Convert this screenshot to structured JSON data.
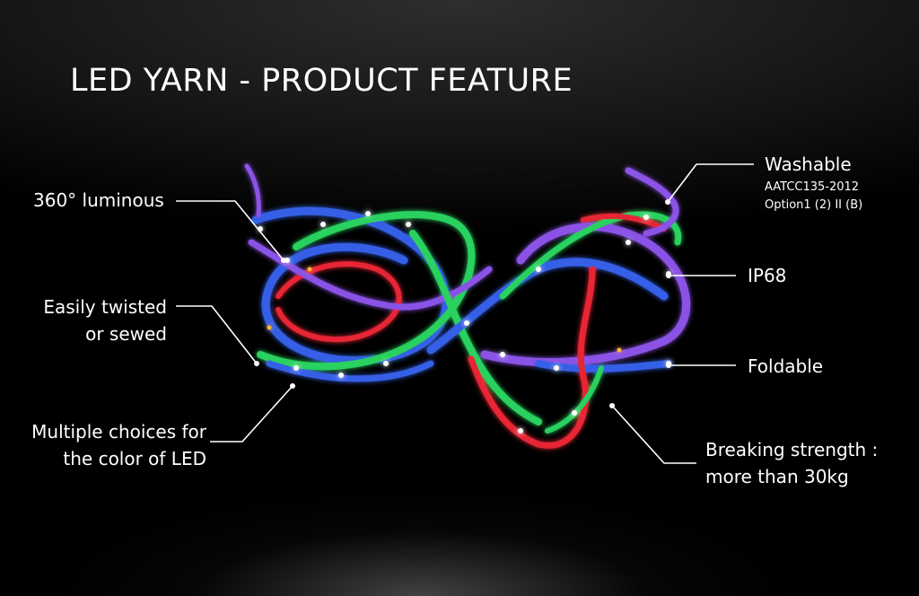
{
  "title": "LED YARN - PRODUCT FEATURE",
  "features": {
    "luminous": "360° luminous",
    "twisted_line1": "Easily twisted",
    "twisted_line2": "or sewed",
    "color_line1": "Multiple choices for",
    "color_line2": "the color of LED",
    "washable": "Washable",
    "washable_std_line1": "AATCC135-2012",
    "washable_std_line2": "Option1 (2) II (B)",
    "ip": "IP68",
    "foldable": "Foldable",
    "strength_line1": "Breaking strength :",
    "strength_line2": "more than 30kg"
  },
  "colors": {
    "background": "#000000",
    "text": "#ffffff",
    "led_colors": [
      "#ff2a3a",
      "#2ee86a",
      "#3a6bff",
      "#9a5cff",
      "#ffb23a",
      "#ffffff"
    ]
  }
}
